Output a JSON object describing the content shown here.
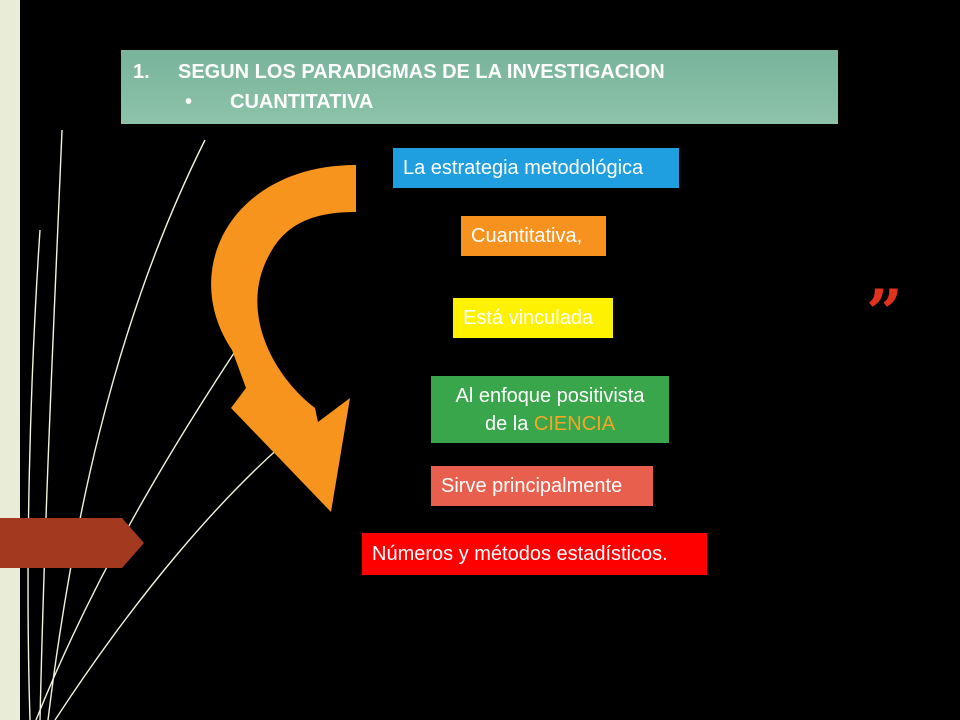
{
  "title": {
    "number": "1.",
    "heading": "SEGUN LOS PARADIGMAS DE LA INVESTIGACION",
    "bullet": "•",
    "subheading": "CUANTITATIVA"
  },
  "boxes": {
    "estrategia": "La estrategia metodológica",
    "cuantitativa": "Cuantitativa,",
    "vinculada": "Está vinculada",
    "enfoque_line1": "Al enfoque positivista",
    "enfoque_line2_prefix": "de la ",
    "enfoque_line2_highlight": "CIENCIA",
    "sirve": "Sirve principalmente",
    "numeros": "Números y métodos estadísticos."
  },
  "quote_mark": "”",
  "colors": {
    "title_bg": "#8cc3a9",
    "box_blue": "#1f9fe0",
    "box_orange": "#f7921e",
    "box_yellow": "#fff200",
    "box_green": "#3aa64c",
    "box_salmon": "#e8604d",
    "box_red": "#ff0000",
    "arrow": "#f7941d",
    "ciencia_text": "#f6a623",
    "quote_mark": "#e0321c",
    "left_tab": "#a3391f"
  }
}
